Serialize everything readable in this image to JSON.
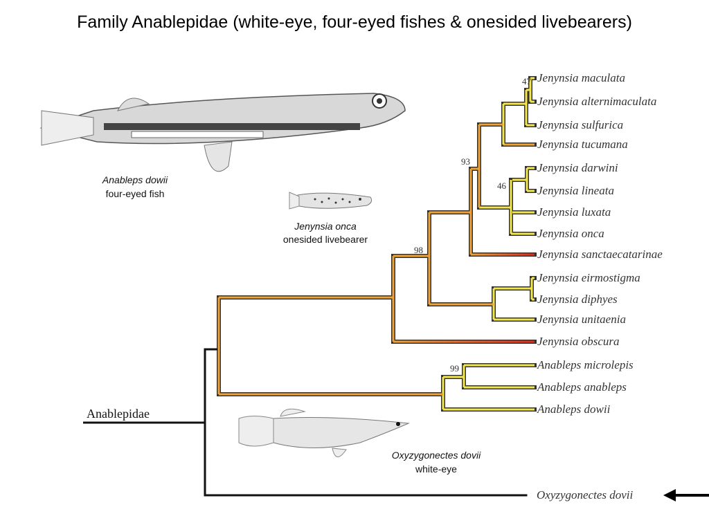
{
  "title": "Family Anablepidae (white-eye, four-eyed fishes & onesided livebearers)",
  "tree": {
    "family_label": "Anablepidae",
    "tips": [
      "Jenynsia maculata",
      "Jenynsia alternimaculata",
      "Jenynsia sulfurica",
      "Jenynsia tucumana",
      "Jenynsia darwini",
      "Jenynsia lineata",
      "Jenynsia luxata",
      "Jenynsia onca",
      "Jenynsia sanctaecatarinae",
      "Jenynsia eirmostigma",
      "Jenynsia diphyes",
      "Jenynsia unitaenia",
      "Jenynsia obscura",
      "Anableps microlepis",
      "Anableps anableps",
      "Anableps dowii",
      "Oxyzygonectes dovii"
    ],
    "bootstrap": [
      "47",
      "93",
      "46",
      "98",
      "99"
    ],
    "colors": {
      "yellow": "#f3e64a",
      "orange": "#efa236",
      "red": "#e02a1c",
      "outline": "#333333",
      "black": "#111111"
    }
  },
  "illustrations": [
    {
      "species": "Anableps dowii",
      "common": "four-eyed fish"
    },
    {
      "species": "Jenynsia onca",
      "common": "onesided livebearer"
    },
    {
      "species": "Oxyzygonectes dovii",
      "common": "white-eye"
    }
  ],
  "arrow_icon": "arrow-left-icon"
}
